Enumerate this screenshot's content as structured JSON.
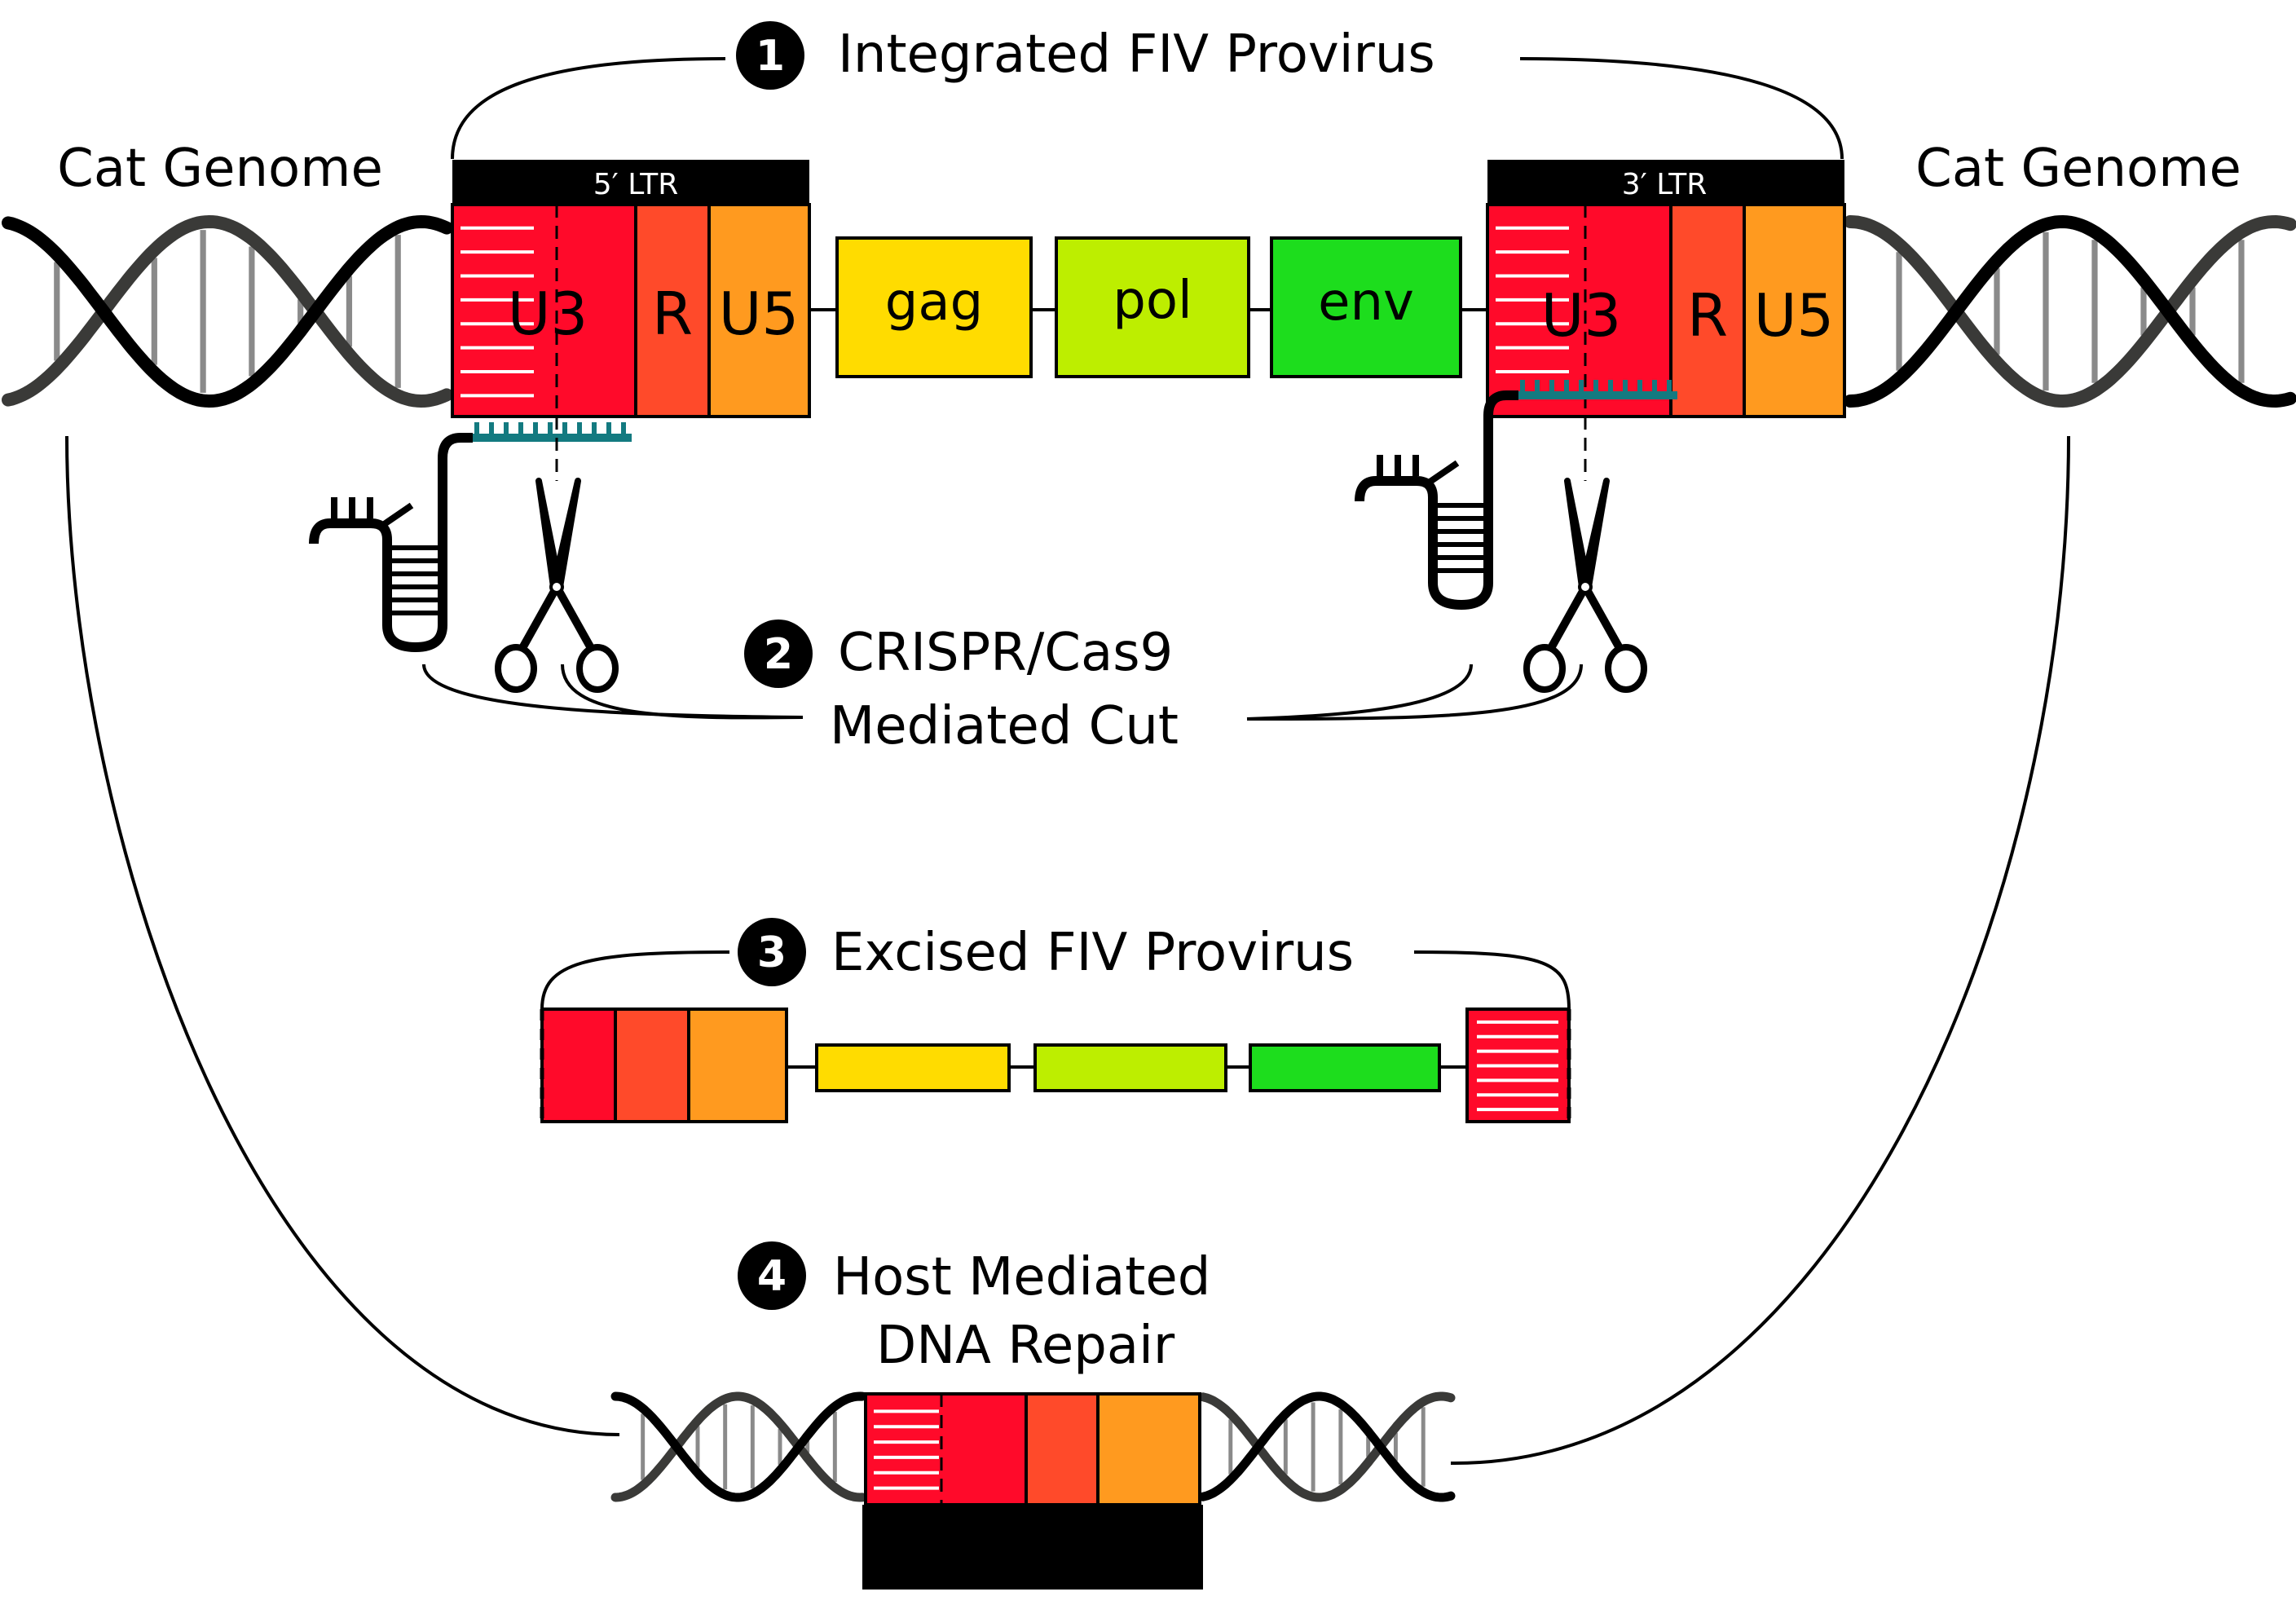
{
  "steps": [
    {
      "number": "1",
      "label": "Integrated FIV Provirus"
    },
    {
      "number": "2",
      "label_line1": "CRISPR/Cas9",
      "label_line2": "Mediated Cut"
    },
    {
      "number": "3",
      "label": "Excised FIV Provirus"
    },
    {
      "number": "4",
      "label_line1": "Host Mediated",
      "label_line2": "DNA Repair"
    }
  ],
  "genome_labels": {
    "left": "Cat Genome",
    "right": "Cat Genome"
  },
  "ltr": {
    "five_prime": {
      "title": "5′ LTR",
      "u3": "U3",
      "r": "R",
      "u5": "U5"
    },
    "three_prime": {
      "title": "3′ LTR",
      "u3": "U3",
      "r": "R",
      "u5": "U5"
    }
  },
  "genes": {
    "gag": "gag",
    "pol": "pol",
    "env": "env"
  },
  "colors": {
    "u3": "#ff0a2a",
    "r": "#ff4a2a",
    "u5": "#ff9a1f",
    "gag": "#ffdc00",
    "pol": "#bdee00",
    "env": "#1ddd1d",
    "ltr_bar": "#000000",
    "dna_strand": "#000000",
    "dna_strand_back": "#3a3a38",
    "dna_rungs": "#8a8a8a",
    "guide_rna": "#137a80"
  }
}
